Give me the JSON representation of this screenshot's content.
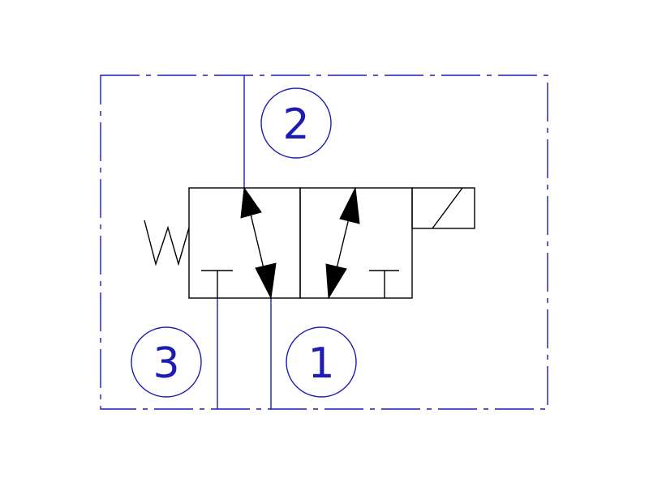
{
  "diagram": {
    "ports": [
      {
        "id": "port-2",
        "label": "2"
      },
      {
        "id": "port-3",
        "label": "3"
      },
      {
        "id": "port-1",
        "label": "1"
      }
    ],
    "colors": {
      "line": "#1c1cb4",
      "symbol": "#000000",
      "background": "#ffffff"
    },
    "symbols": {
      "spring": "spring-return-icon",
      "actuator": "solenoid-icon"
    }
  }
}
